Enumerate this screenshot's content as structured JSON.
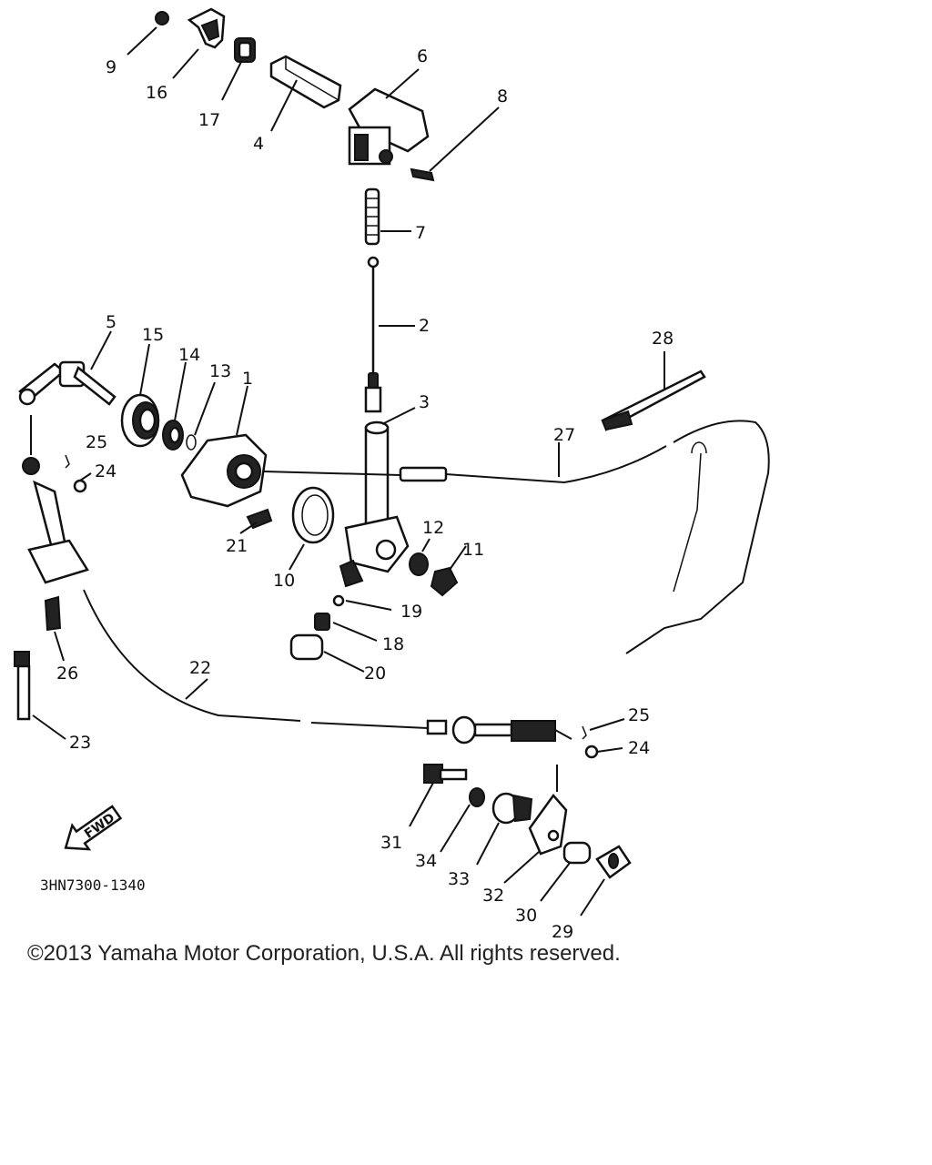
{
  "diagram": {
    "callouts": [
      "1",
      "2",
      "3",
      "4",
      "5",
      "6",
      "7",
      "8",
      "9",
      "10",
      "11",
      "12",
      "13",
      "14",
      "15",
      "16",
      "17",
      "18",
      "19",
      "20",
      "21",
      "22",
      "23",
      "24",
      "25",
      "26",
      "27",
      "28",
      "29",
      "30",
      "31",
      "32",
      "33",
      "34"
    ],
    "callouts_repeat": [
      "24",
      "25"
    ],
    "fwd_label": "FWD",
    "figure_code": "3HN7300-1340"
  },
  "footer": {
    "copyright": "©2013 Yamaha Motor Corporation, U.S.A. All rights reserved."
  }
}
